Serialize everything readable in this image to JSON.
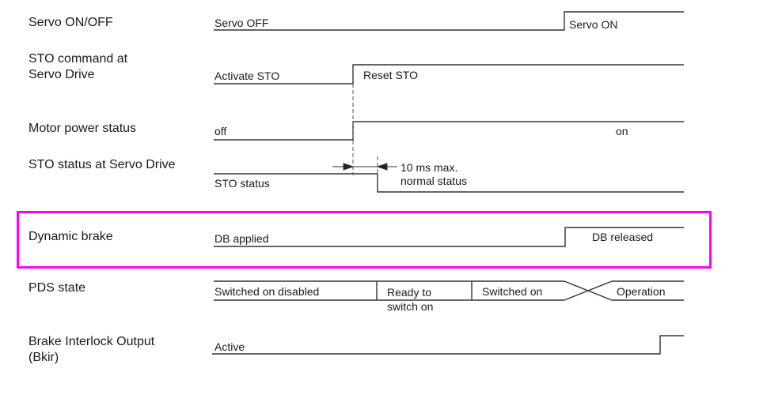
{
  "highlight_color": "#ff00ff",
  "line_color": "#333333",
  "rows": [
    {
      "label": "Servo ON/OFF",
      "states": [
        "Servo OFF",
        "Servo ON"
      ]
    },
    {
      "label": "STO command at\nServo Drive",
      "states": [
        "Activate STO",
        "Reset STO"
      ]
    },
    {
      "label": "Motor power status",
      "states": [
        "off",
        "on"
      ]
    },
    {
      "label": "STO status at Servo Drive",
      "states": [
        "STO status",
        "normal status"
      ],
      "annotation": "10 ms max."
    },
    {
      "label": "Dynamic brake",
      "states": [
        "DB applied",
        "DB released"
      ],
      "highlighted": true
    },
    {
      "label": "PDS state",
      "states": [
        "Switched on disabled",
        "Ready to\nswitch on",
        "Switched on",
        "Operation"
      ]
    },
    {
      "label": "Brake Interlock Output\n(Bkir)",
      "states": [
        "Active"
      ]
    }
  ]
}
